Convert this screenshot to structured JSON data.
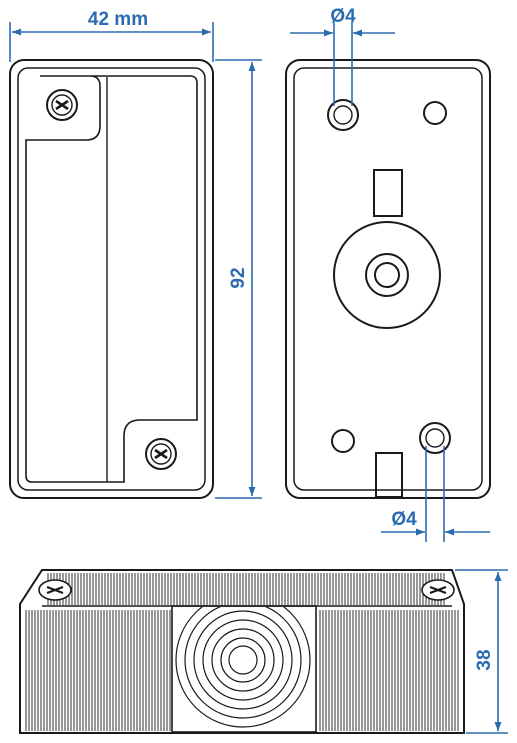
{
  "dimensions": {
    "width_label": "42 mm",
    "height_label": "92",
    "hole_top_label": "Ø4",
    "hole_bottom_label": "Ø4",
    "depth_label": "38"
  },
  "colors": {
    "outline": "#1a1a1a",
    "dimension": "#2b6cb0",
    "fill": "#ffffff"
  }
}
